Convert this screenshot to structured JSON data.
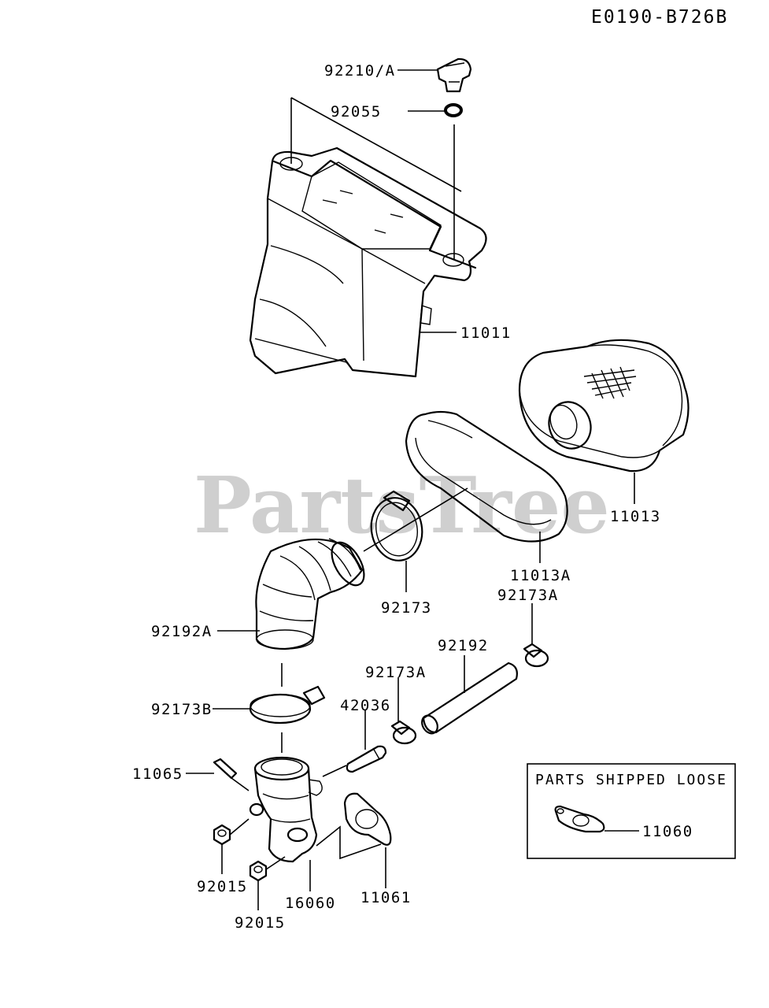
{
  "diagram_code": "E0190-B726B",
  "watermark": "PartsTree",
  "loose_box": {
    "title": "PARTS SHIPPED LOOSE",
    "part": "11060"
  },
  "callouts": {
    "c92210A": "92210/A",
    "c92055": "92055",
    "c11011": "11011",
    "c11013": "11013",
    "c11013A": "11013A",
    "c92173": "92173",
    "c92173A_top": "92173A",
    "c92192A": "92192A",
    "c92192": "92192",
    "c92173A_mid": "92173A",
    "c42036": "42036",
    "c92173B": "92173B",
    "c11065": "11065",
    "c92015_a": "92015",
    "c92015_b": "92015",
    "c16060": "16060",
    "c11061": "11061"
  }
}
